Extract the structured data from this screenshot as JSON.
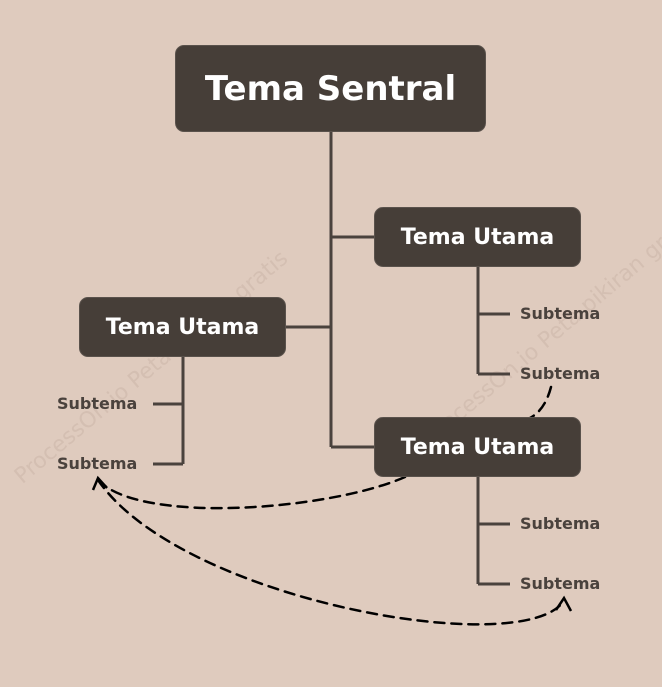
{
  "central": {
    "label": "Tema Sentral"
  },
  "main_topics": [
    {
      "label": "Tema Utama",
      "subtopics": [
        "Subtema",
        "Subtema"
      ]
    },
    {
      "label": "Tema Utama",
      "subtopics": [
        "Subtema",
        "Subtema"
      ]
    },
    {
      "label": "Tema Utama",
      "subtopics": [
        "Subtema",
        "Subtema"
      ]
    }
  ],
  "watermark": {
    "text": "ProcessOn.io Peta pikiran gratis"
  },
  "colors": {
    "background": "#dfcbbe",
    "node": "#463e38",
    "node_text": "#ffffff",
    "line": "#4a423d",
    "watermark": "#d4bfb2"
  }
}
